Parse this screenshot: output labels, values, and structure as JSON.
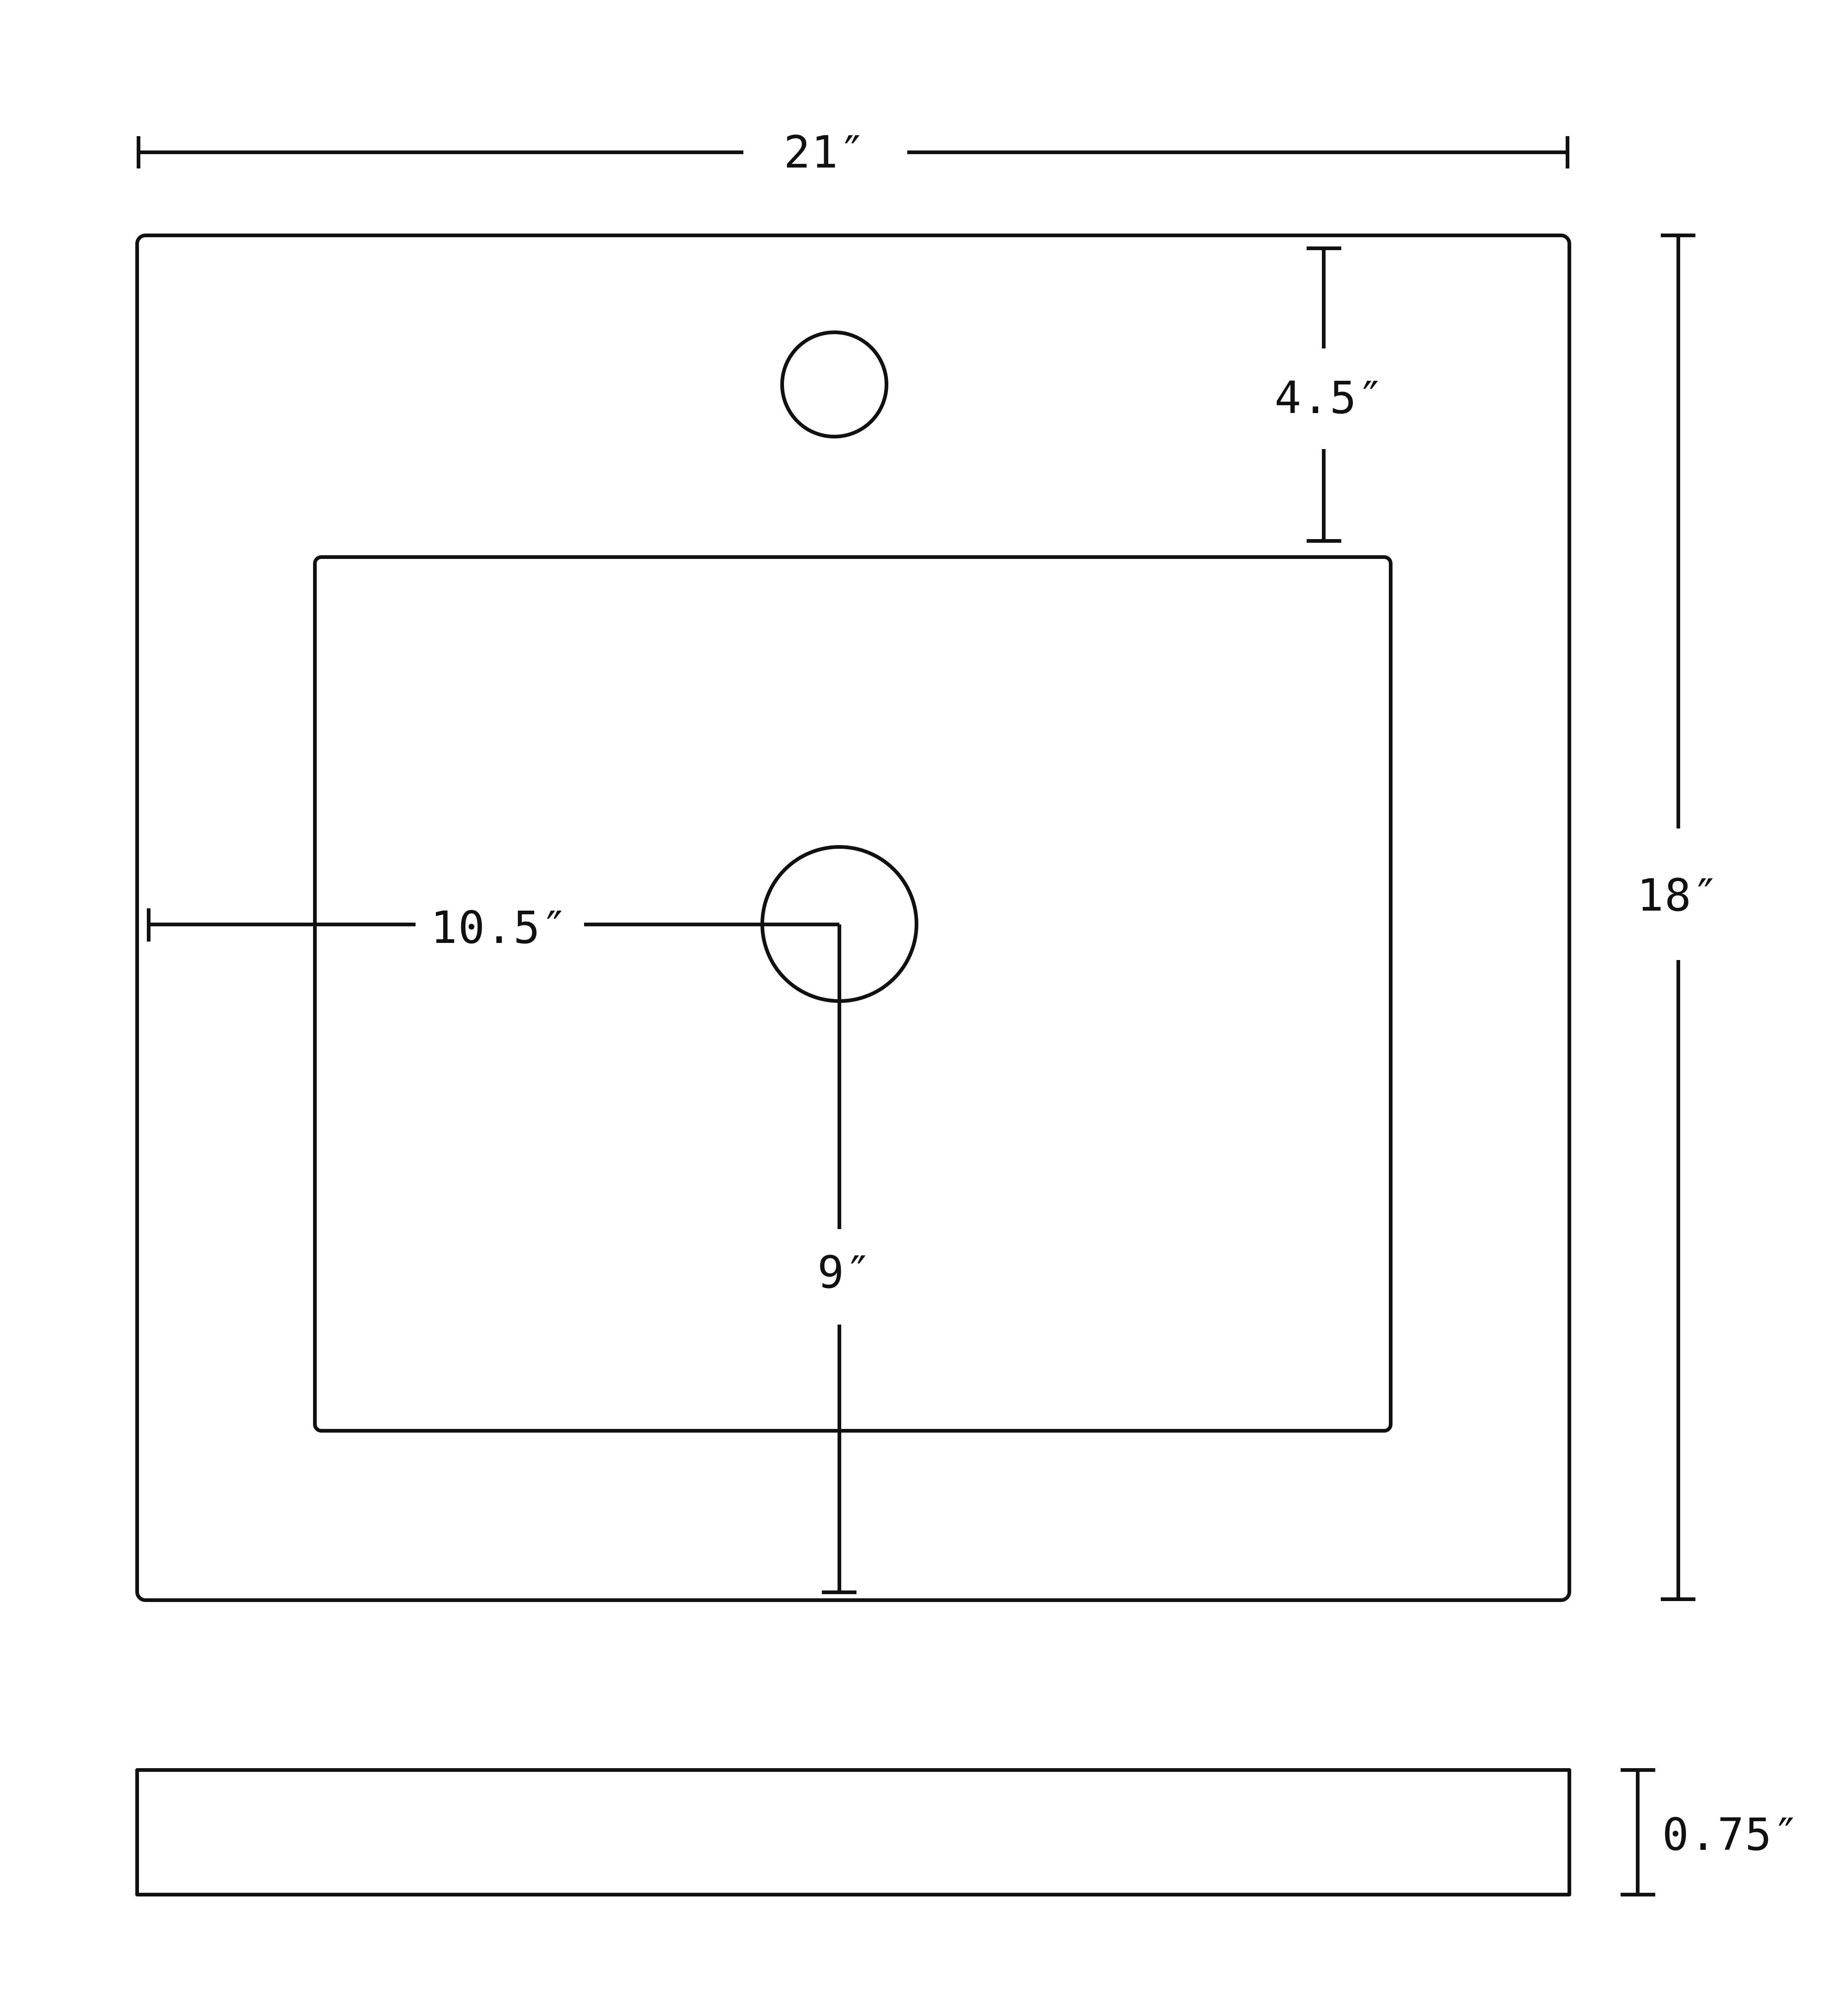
{
  "diagram": {
    "line_color": "#111111",
    "background": "#ffffff",
    "dimensions": {
      "overall_width": "21″",
      "overall_depth": "18″",
      "faucet_to_basin": "4.5″",
      "drain_from_left": "10.5″",
      "drain_from_front": "9″",
      "thickness": "0.75″"
    }
  }
}
